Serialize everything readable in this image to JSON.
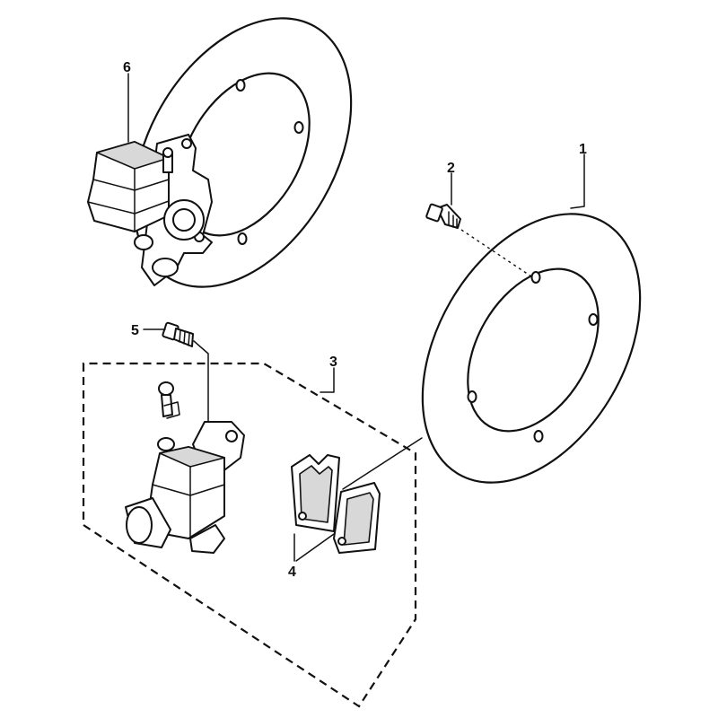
{
  "callouts": {
    "c1": "1",
    "c2": "2",
    "c3": "3",
    "c4": "4",
    "c5": "5",
    "c6": "6"
  },
  "colors": {
    "line": "#111111",
    "background": "#ffffff",
    "shade": "#d8d8d8"
  }
}
